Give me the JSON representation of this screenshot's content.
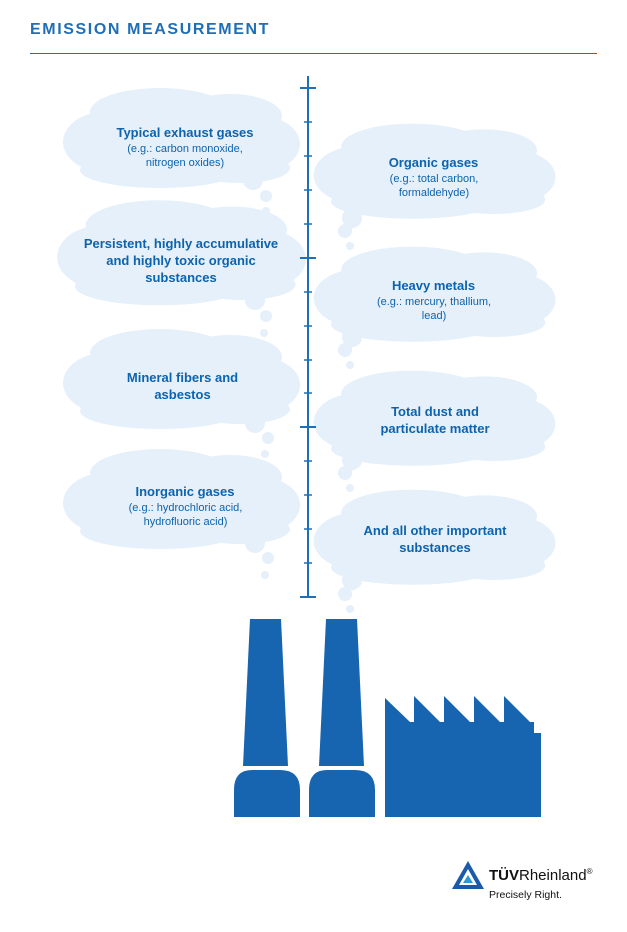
{
  "title": "EMISSION MEASUREMENT",
  "colors": {
    "accent": "#1f6fb7",
    "cloud": "#e5f0fa",
    "label": "#0d63ad",
    "factory": "#1764b0"
  },
  "clouds": [
    {
      "id": "typical-exhaust",
      "head": "Typical exhaust gases",
      "sub": "(e.g.: carbon monoxide, nitrogen oxides)"
    },
    {
      "id": "organic-gases",
      "head": "Organic gases",
      "sub": "(e.g.: total carbon, formaldehyde)"
    },
    {
      "id": "persistent",
      "head": "Persistent, highly accumulative and highly toxic organic substances",
      "sub": ""
    },
    {
      "id": "heavy-metals",
      "head": "Heavy metals",
      "sub": "(e.g.: mercury, thallium, lead)"
    },
    {
      "id": "mineral-fibers",
      "head": "Mineral fibers and asbestos",
      "sub": ""
    },
    {
      "id": "total-dust",
      "head": "Total dust and particulate matter",
      "sub": ""
    },
    {
      "id": "inorganic-gases",
      "head": "Inorganic gases",
      "sub": "(e.g.: hydrochloric acid, hydrofluoric acid)"
    },
    {
      "id": "all-other",
      "head": "And all other important substances",
      "sub": ""
    }
  ],
  "logo": {
    "name_bold": "TÜV",
    "name_rest": "Rheinland",
    "registered": "®",
    "tagline": "Precisely Right.",
    "icon": "triangle-logo-icon"
  }
}
